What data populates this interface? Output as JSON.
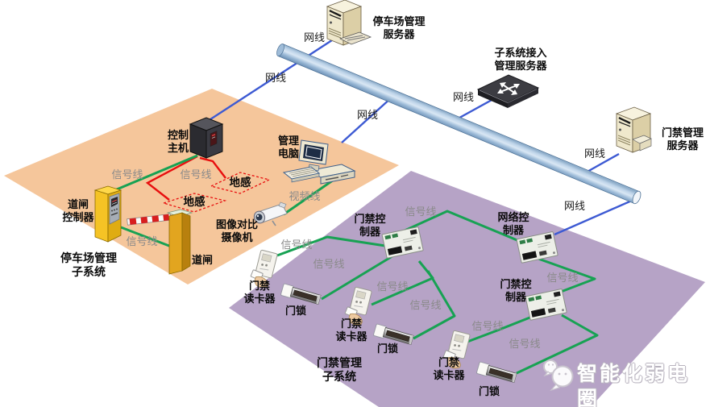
{
  "watermark": {
    "text": "智能化弱电圈"
  },
  "labels": {
    "lan": "网线",
    "signal": "信号线",
    "video": "视频线",
    "ground_sensor": "地感"
  },
  "devices": {
    "parking_server": "停车场管理\n服务器",
    "subsystem_server": "子系统接入\n管理服务器",
    "access_server": "门禁管理\n服务器",
    "control_host": "控制\n主机",
    "management_pc": "管理\n电脑",
    "barrier_controller": "道闸\n控制器",
    "barrier_gate": "道闸",
    "camera": "图像对比\n摄像机",
    "door_controller": "门禁控\n制器",
    "network_controller": "网络控\n制器",
    "card_reader": "门禁\n读卡器",
    "door_lock": "门锁"
  },
  "regions": {
    "parking": {
      "label": "停车场管理\n子系统",
      "color": "#F5C69B"
    },
    "access": {
      "label": "门禁管理\n子系统",
      "color": "#B6A3C6"
    }
  },
  "colors": {
    "lan_line": "#3D5AD3",
    "signal_line": "#17A253",
    "sensor_line": "#E80E0E",
    "pipe_main": "#9FBCD8"
  }
}
